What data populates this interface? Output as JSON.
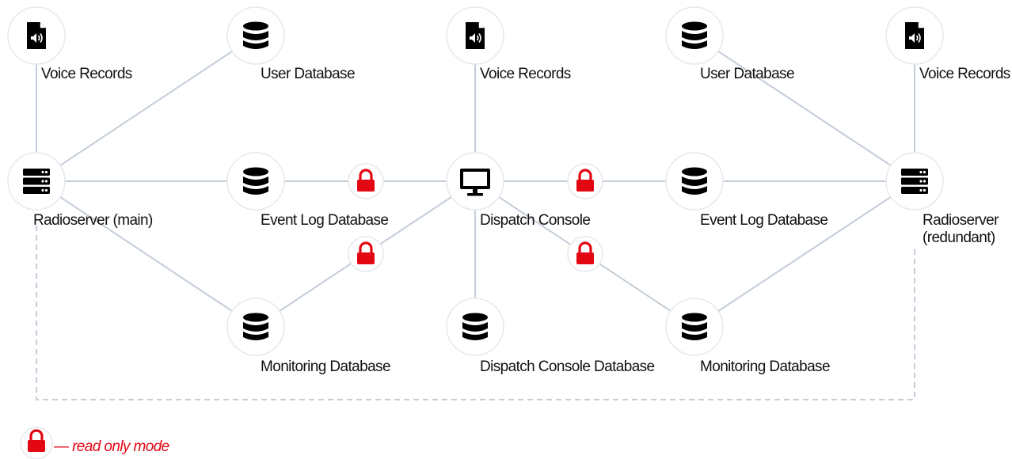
{
  "nodes": [
    {
      "id": "voice-records-left",
      "label": "Voice Records",
      "icon": "audio-file-icon"
    },
    {
      "id": "user-db-left",
      "label": "User Database",
      "icon": "database-icon"
    },
    {
      "id": "voice-records-center",
      "label": "Voice Records",
      "icon": "audio-file-icon"
    },
    {
      "id": "user-db-right",
      "label": "User Database",
      "icon": "database-icon"
    },
    {
      "id": "voice-records-right",
      "label": "Voice Records",
      "icon": "audio-file-icon"
    },
    {
      "id": "radioserver-main",
      "label": "Radioserver (main)",
      "icon": "server-icon"
    },
    {
      "id": "event-log-db-left",
      "label": "Event Log Database",
      "icon": "database-icon"
    },
    {
      "id": "dispatch-console",
      "label": "Dispatch Console",
      "icon": "monitor-icon"
    },
    {
      "id": "event-log-db-right",
      "label": "Event Log Database",
      "icon": "database-icon"
    },
    {
      "id": "radioserver-redundant",
      "label_line1": "Radioserver",
      "label_line2": "(redundant)",
      "icon": "server-icon"
    },
    {
      "id": "monitoring-db-left",
      "label": "Monitoring Database",
      "icon": "database-icon"
    },
    {
      "id": "dispatch-console-db",
      "label": "Dispatch Console Database",
      "icon": "database-icon"
    },
    {
      "id": "monitoring-db-right",
      "label": "Monitoring Database",
      "icon": "database-icon"
    }
  ],
  "locks": [
    {
      "id": "lock-event-log-left",
      "icon": "lock-icon"
    },
    {
      "id": "lock-event-log-right",
      "icon": "lock-icon"
    },
    {
      "id": "lock-monitoring-left",
      "icon": "lock-icon"
    },
    {
      "id": "lock-monitoring-right",
      "icon": "lock-icon"
    }
  ],
  "legend": {
    "icon": "lock-icon",
    "text": "— read only mode"
  },
  "colors": {
    "link": "#c4cdd9",
    "lock_red": "#e30613",
    "icon_black": "#000000"
  }
}
